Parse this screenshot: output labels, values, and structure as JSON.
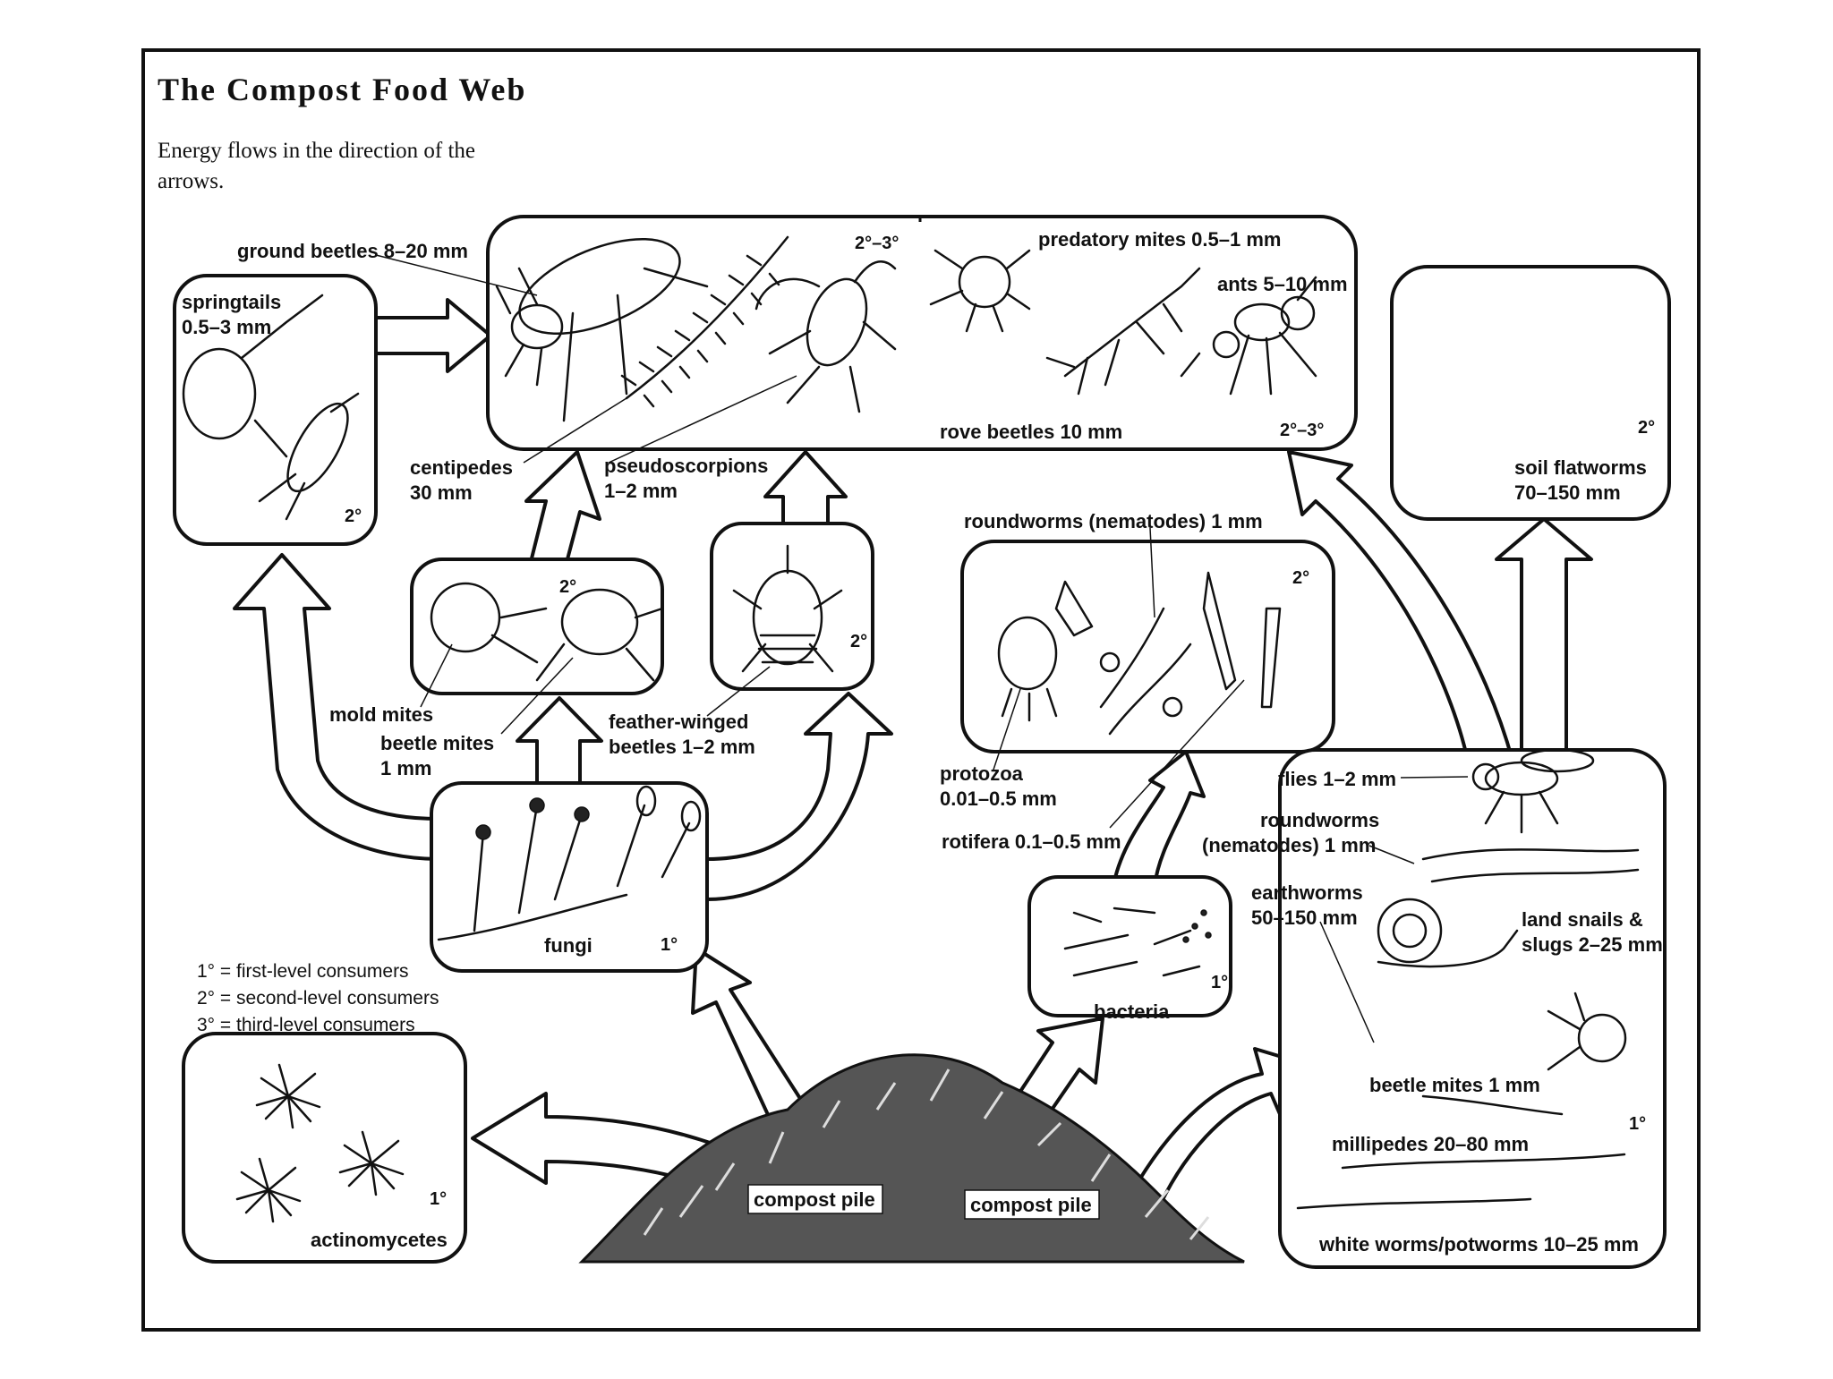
{
  "title": "The Compost Food Web",
  "subtitle_line1": "Energy flows in the direction of the",
  "subtitle_line2": "arrows.",
  "legend": {
    "first": "1° = first-level consumers",
    "second": "2° = second-level consumers",
    "third": "3° = third-level consumers"
  },
  "labels": {
    "ground_beetles": "ground beetles 8–20 mm",
    "springtails_1": "springtails",
    "springtails_2": "0.5–3 mm",
    "predatory_mites": "predatory mites 0.5–1 mm",
    "ants": "ants 5–10 mm",
    "rove_beetles": "rove beetles 10 mm",
    "centipedes_1": "centipedes",
    "centipedes_2": "30 mm",
    "pseudoscorpions_1": "pseudoscorpions",
    "pseudoscorpions_2": "1–2 mm",
    "mold_mites": "mold mites",
    "beetle_mites_1": "beetle mites",
    "beetle_mites_2": "1 mm",
    "feather_winged_1": "feather-winged",
    "feather_winged_2": "beetles 1–2 mm",
    "fungi": "fungi",
    "actinomycetes": "actinomycetes",
    "compost_pile_left": "compost pile",
    "compost_pile_right": "compost pile",
    "roundworms_top": "roundworms (nematodes) 1 mm",
    "protozoa_1": "protozoa",
    "protozoa_2": "0.01–0.5 mm",
    "rotifera": "rotifera 0.1–0.5 mm",
    "bacteria": "bacteria",
    "soil_flatworms_1": "soil flatworms",
    "soil_flatworms_2": "70–150 mm",
    "flies": "flies 1–2 mm",
    "roundworms_right_1": "roundworms",
    "roundworms_right_2": "(nematodes) 1 mm",
    "earthworms_1": "earthworms",
    "earthworms_2": "50–150 mm",
    "land_snails_1": "land snails &",
    "land_snails_2": "slugs 2–25 mm",
    "beetle_mites_right": "beetle mites 1 mm",
    "millipedes": "millipedes 20–80 mm",
    "white_worms": "white worms/potworms 10–25 mm"
  },
  "levels": {
    "top_left_box": "2°–3°",
    "top_right_box": "2°–3°",
    "springtails": "2°",
    "mites_box": "2°",
    "feather_box": "2°",
    "fungi": "1°",
    "actinomycetes": "1°",
    "nematodes_box": "2°",
    "bacteria": "1°",
    "flatworms": "2°",
    "right_box": "1°"
  }
}
